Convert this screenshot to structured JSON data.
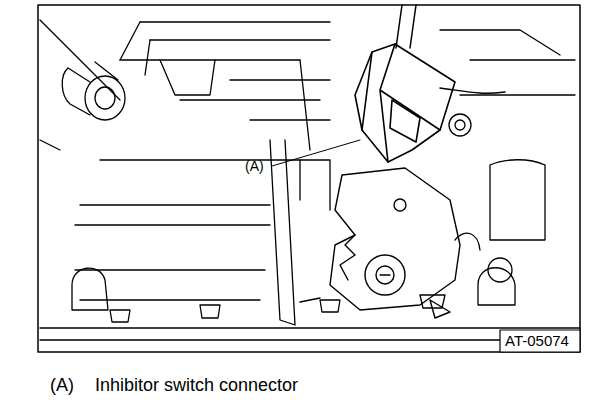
{
  "diagram": {
    "labels": [
      "(A)",
      "AT-05074",
      "(A)",
      "Inhibitor switch connector"
    ]
  }
}
